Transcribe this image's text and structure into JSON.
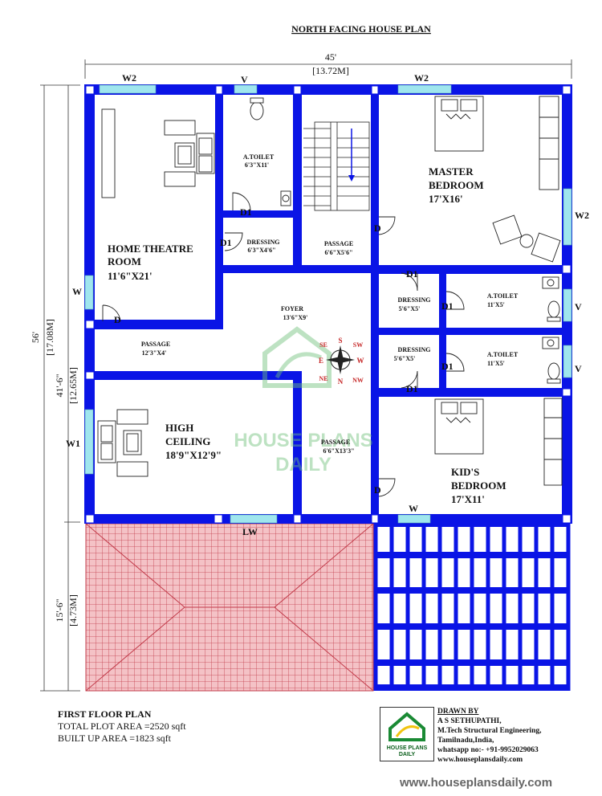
{
  "title": "NORTH FACING HOUSE PLAN",
  "dimensions": {
    "top_ft": "45'",
    "top_m": "[13.72M]",
    "left_total_ft": "56'",
    "left_total_m": "[17.08M]",
    "left_upper_ft": "41'-6\"",
    "left_upper_m": "[12.65M]",
    "left_lower_ft": "15'-6\"",
    "left_lower_m": "[4.73M]"
  },
  "rooms": {
    "home_theatre": {
      "name1": "HOME THEATRE",
      "name2": "ROOM",
      "size": "11'6\"X21'"
    },
    "atoilet_top": {
      "name": "A.TOILET",
      "size": "6'3\"X11'"
    },
    "dressing_top": {
      "name": "DRESSING",
      "size": "6'3\"X4'6\""
    },
    "passage_top": {
      "name": "PASSAGE",
      "size": "6'6\"X5'6\""
    },
    "master": {
      "name1": "MASTER",
      "name2": "BEDROOM",
      "size": "17'X16'"
    },
    "foyer": {
      "name": "FOYER",
      "size": "13'6\"X9'"
    },
    "passage_left": {
      "name": "PASSAGE",
      "size": "12'3\"X4'"
    },
    "dressing_r1": {
      "name": "DRESSING",
      "size": "5'6\"X5'"
    },
    "atoilet_r1": {
      "name": "A.TOILET",
      "size": "11'X5'"
    },
    "dressing_r2": {
      "name": "DRESSING",
      "size": "5'6\"X5'"
    },
    "atoilet_r2": {
      "name": "A.TOILET",
      "size": "11'X5'"
    },
    "high_ceiling": {
      "name1": "HIGH",
      "name2": "CEILING",
      "size": "18'9\"X12'9\""
    },
    "passage_mid": {
      "name": "PASSAGE",
      "size": "6'6\"X13'3\""
    },
    "kids": {
      "name1": "KID'S",
      "name2": "BEDROOM",
      "size": "17'X11'"
    }
  },
  "openings": {
    "w2_left": "W2",
    "v_top": "V",
    "w2_right": "W2",
    "w2_east": "W2",
    "w_west": "W",
    "w1_west": "W1",
    "d1_toilet": "D1",
    "d1_dressing": "D1",
    "d_theatre": "D",
    "d_master": "D",
    "d1_r1": "D1",
    "d1_r1b": "D1",
    "d1_r2": "D1",
    "d1_r2b": "D1",
    "v_r1": "V",
    "v_r2": "V",
    "d_kids": "D",
    "w_kids": "W",
    "lw": "LW"
  },
  "compass": {
    "n": "N",
    "s": "S",
    "e": "E",
    "w": "W",
    "ne": "NE",
    "nw": "NW",
    "se": "SE",
    "sw": "SW"
  },
  "watermark": {
    "line1": "HOUSE PLANS",
    "line2": "DAILY"
  },
  "footer": {
    "plan_title": "FIRST FLOOR PLAN",
    "total_area": "TOTAL PLOT AREA =2520 sqft",
    "built_area": "BUILT UP AREA =1823 sqft"
  },
  "logo": {
    "line1": "HOUSE PLANS",
    "line2": "DAILY"
  },
  "drawn_by": {
    "heading": "DRAWN BY",
    "name": "A S SETHUPATHI,",
    "qual": "M.Tech Structural Engineering,",
    "place": "Tamilnadu,India,",
    "phone": "whatsapp no:- +91-9952029063",
    "web": "www.houseplansdaily.com"
  },
  "website": "www.houseplansdaily.com",
  "colors": {
    "wall": "#0a14e6",
    "window": "#9fe6ee",
    "roof": "#e9a0a6",
    "roof_line": "#c23b4a",
    "watermark": "#6fbf7a"
  }
}
